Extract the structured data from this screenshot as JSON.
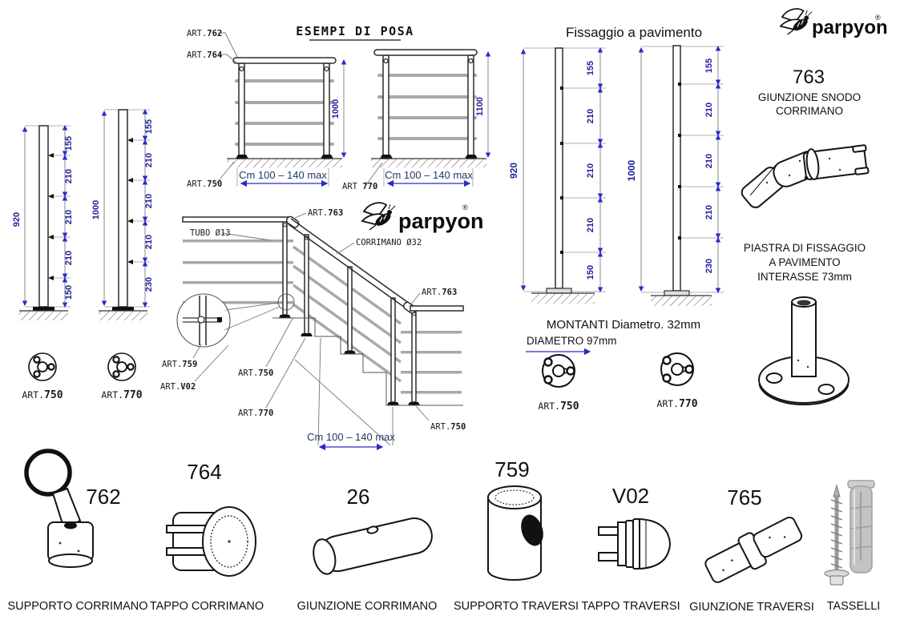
{
  "colors": {
    "dim_text": "#1f1f9e",
    "dim_arrow": "#2a2ac8",
    "navy_label": "#1f3864",
    "bar_gray": "#a8a8a8",
    "ink": "#111111",
    "anchor_gray": "#c3c3c3"
  },
  "left_posts": {
    "post1": {
      "total": "920",
      "segments": [
        "155",
        "210",
        "210",
        "210",
        "150"
      ],
      "art": {
        "prefix": "ART.",
        "num": "750"
      }
    },
    "post2": {
      "total": "1000",
      "segments": [
        "155",
        "210",
        "210",
        "210",
        "230"
      ],
      "art": {
        "prefix": "ART.",
        "num": "770"
      }
    }
  },
  "esempi": {
    "title": "ESEMPI DI POSA",
    "r1": {
      "top_label": {
        "prefix": "ART.",
        "num": "762"
      },
      "mid_label": {
        "prefix": "ART.",
        "num": "764"
      },
      "base_label": {
        "prefix": "ART.",
        "num": "750"
      },
      "height": "1000",
      "width": "Cm 100 – 140 max"
    },
    "r2": {
      "base_label": {
        "prefix": "ART ",
        "num": "770"
      },
      "height": "1100",
      "width": "Cm 100 – 140 max"
    }
  },
  "stair": {
    "art763_top": {
      "prefix": "ART.",
      "num": "763"
    },
    "tubo": "TUBO Ø13",
    "corrimano": "CORRIMANO Ø32",
    "art763_right": {
      "prefix": "ART.",
      "num": "763"
    },
    "art759": {
      "prefix": "ART.",
      "num": "759"
    },
    "artv02": {
      "prefix": "ART.",
      "num": "V02"
    },
    "art750": {
      "prefix": "ART.",
      "num": "750"
    },
    "art770": {
      "prefix": "ART.",
      "num": "770"
    },
    "art750_right": {
      "prefix": "ART.",
      "num": "750"
    },
    "width": "Cm 100 – 140 max"
  },
  "logo": {
    "text": "parpyon",
    "reg": "®"
  },
  "fissaggio": {
    "title": "Fissaggio a pavimento",
    "post1": {
      "total": "920",
      "segments": [
        "155",
        "210",
        "210",
        "210",
        "150"
      ],
      "art": {
        "prefix": "ART.",
        "num": "750"
      }
    },
    "post2": {
      "total": "1000",
      "segments": [
        "155",
        "210",
        "210",
        "210",
        "230"
      ],
      "art": {
        "prefix": "ART.",
        "num": "770"
      }
    },
    "montanti": "MONTANTI Diametro. 32mm",
    "diametro": "DIAMETRO 97mm"
  },
  "right_col": {
    "p763": {
      "number": "763",
      "line1": "GIUNZIONE SNODO",
      "line2": "CORRIMANO"
    },
    "piastra": {
      "line1": "PIASTRA DI FISSAGGIO",
      "line2": "A PAVIMENTO",
      "line3": "INTERASSE 73mm"
    }
  },
  "parts": [
    {
      "number": "762",
      "name": "SUPPORTO CORRIMANO"
    },
    {
      "number": "764",
      "name": "TAPPO CORRIMANO"
    },
    {
      "number": "26",
      "name": "GIUNZIONE CORRIMANO"
    },
    {
      "number": "759",
      "name": "SUPPORTO TRAVERSI"
    },
    {
      "number": "V02",
      "name": "TAPPO TRAVERSI"
    },
    {
      "number": "765",
      "name": "GIUNZIONE TRAVERSI"
    },
    {
      "number": "",
      "name": "TASSELLI"
    }
  ]
}
